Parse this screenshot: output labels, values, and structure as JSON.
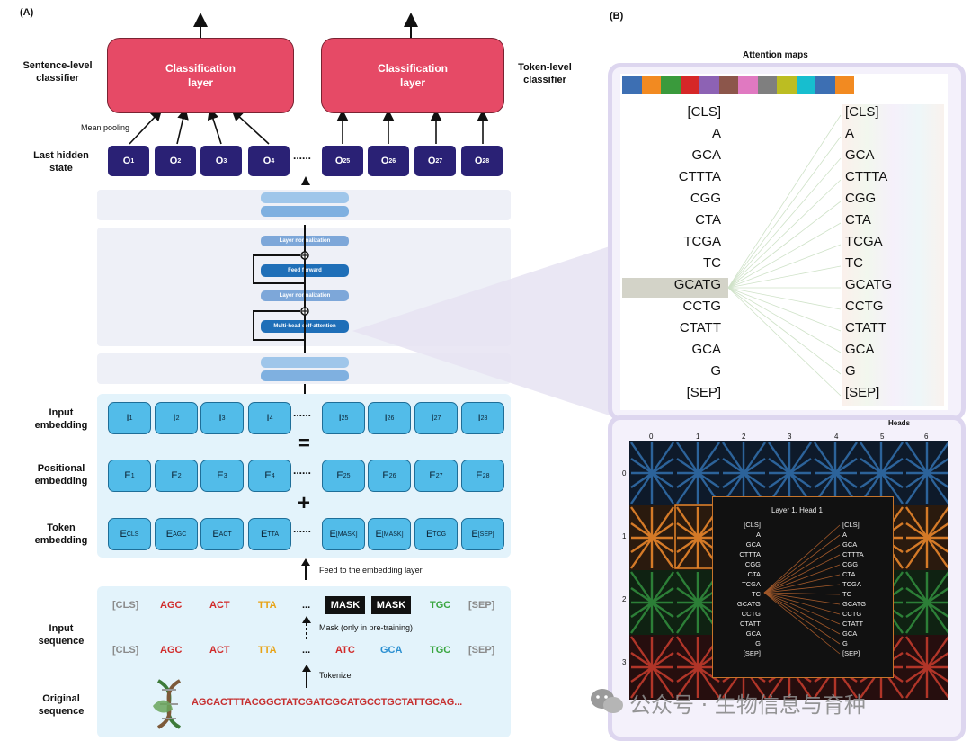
{
  "panel_a": {
    "label": "(A)",
    "sentence_classifier": "Sentence-level\nclassifier",
    "token_classifier": "Token-level\nclassifier",
    "classification_layer": "Classification\nlayer",
    "mean_pooling": "Mean pooling",
    "last_hidden_state": "Last hidden\nstate",
    "hidden_left": [
      "O1",
      "O2",
      "O3",
      "O4"
    ],
    "hidden_right": [
      "O25",
      "O26",
      "O27",
      "O28"
    ],
    "dots": "......",
    "transformer": {
      "layer_norm_1": "Layer normalization",
      "feed_forward": "Feed forward",
      "layer_norm_2": "Layer normalization",
      "mhsa": "Multi-head self-attention"
    },
    "input_embedding": "Input\nembedding",
    "positional_embedding": "Positional\nembedding",
    "token_embedding": "Token\nembedding",
    "input_emb_left": [
      "I1",
      "I2",
      "I3",
      "I4"
    ],
    "input_emb_right": [
      "I25",
      "I26",
      "I27",
      "I28"
    ],
    "pos_emb_left": [
      "E1",
      "E2",
      "E3",
      "E4"
    ],
    "pos_emb_right": [
      "E25",
      "E26",
      "E27",
      "E28"
    ],
    "tok_emb_left": [
      "ECLS",
      "EAGC",
      "EACT",
      "ETTA"
    ],
    "tok_emb_right": [
      "E[MASK]",
      "E[MASK]",
      "ETCG",
      "E[SEP]"
    ],
    "equals": "=",
    "plus": "+",
    "feed_to": "Feed to the embedding layer",
    "input_sequence": "Input\nsequence",
    "original_sequence": "Original\nsequence",
    "masked_row": [
      "[CLS]",
      "AGC",
      "ACT",
      "TTA",
      "...",
      "MASK",
      "MASK",
      "TGC",
      "[SEP]"
    ],
    "token_row": [
      "[CLS]",
      "AGC",
      "ACT",
      "TTA",
      "...",
      "ATC",
      "GCA",
      "TGC",
      "[SEP]"
    ],
    "mask_note": "Mask (only in pre-training)",
    "tokenize": "Tokenize",
    "original_seq": "AGCACTTTACGGCTATCGATCGCATGCCTGCTATTGCAG..."
  },
  "panel_b": {
    "label": "(B)",
    "attention_maps_title": "Attention maps",
    "palette": [
      "#3d6fb3",
      "#f28a21",
      "#3a9a3c",
      "#d62728",
      "#8d62b4",
      "#8c564b",
      "#e079c1",
      "#7f7f7f",
      "#bcbd22",
      "#17becf",
      "#3d6fb3",
      "#f28a21"
    ],
    "tokens": [
      "[CLS]",
      "A",
      "GCA",
      "CTTTA",
      "CGG",
      "CTA",
      "TCGA",
      "TC",
      "GCATG",
      "CCTG",
      "CTATT",
      "GCA",
      "G",
      "[SEP]"
    ],
    "heads_label": "Heads",
    "head_numbers": [
      "0",
      "1",
      "2",
      "3",
      "4",
      "5",
      "6"
    ],
    "layer_numbers": [
      "0",
      "1",
      "2",
      "3"
    ],
    "row_colors": [
      "#2f6aa6",
      "#e8842a",
      "#2f8a3a",
      "#c0392b"
    ],
    "inset_title": "Layer 1, Head 1"
  },
  "watermark": "公众号 · 生物信息与育种"
}
